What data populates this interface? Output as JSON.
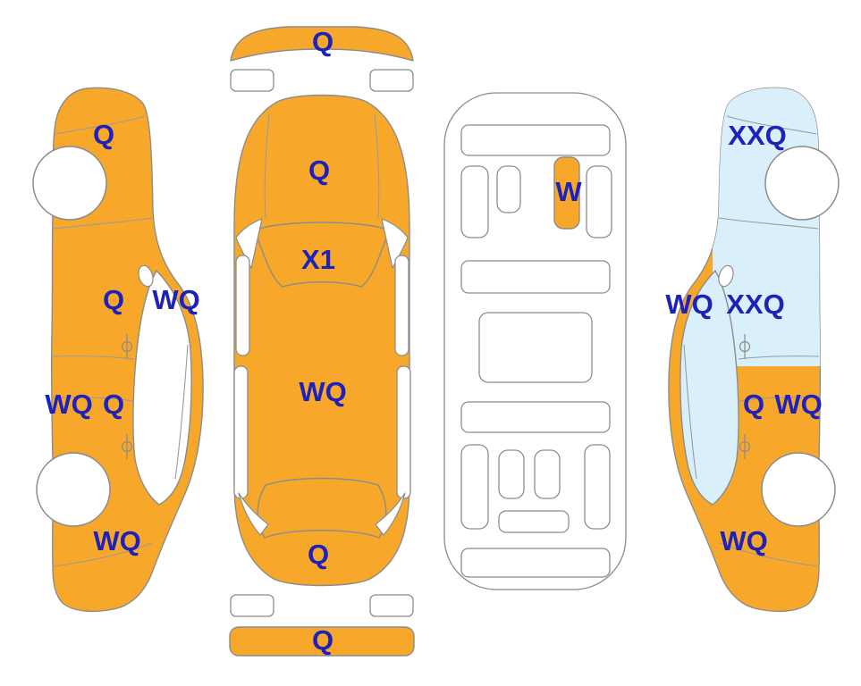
{
  "colors": {
    "highlight": "#F7A82B",
    "glass": "#D9EFFA",
    "label": "#1E22B8",
    "outline": "#8C8C8C"
  },
  "views": {
    "left_side": {
      "labels": [
        "Q",
        "Q",
        "WQ",
        "WQ",
        "Q",
        "WQ"
      ]
    },
    "top": {
      "labels": [
        "Q",
        "Q",
        "X1",
        "WQ",
        "Q",
        "Q"
      ]
    },
    "underside": {
      "labels": [
        "W"
      ]
    },
    "right_side": {
      "labels": [
        "XXQ",
        "WQ",
        "XXQ",
        "Q",
        "WQ",
        "WQ"
      ]
    }
  }
}
